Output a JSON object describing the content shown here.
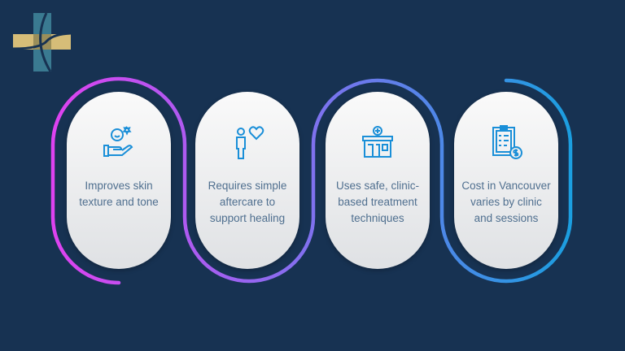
{
  "colors": {
    "background": "#173252",
    "icon": "#1a8fd8",
    "text": "#4f6f8f",
    "wave_start": "#d946ef",
    "wave_end": "#1a9fe0"
  },
  "cards": [
    {
      "icon": "smiley-hand-icon",
      "text": "Improves skin texture and tone"
    },
    {
      "icon": "person-heart-icon",
      "text": "Requires simple aftercare to support healing"
    },
    {
      "icon": "clinic-building-icon",
      "text": "Uses safe, clinic-based treatment techniques"
    },
    {
      "icon": "clipboard-dollar-icon",
      "text": "Cost in Vancouver varies by clinic and sessions"
    }
  ]
}
